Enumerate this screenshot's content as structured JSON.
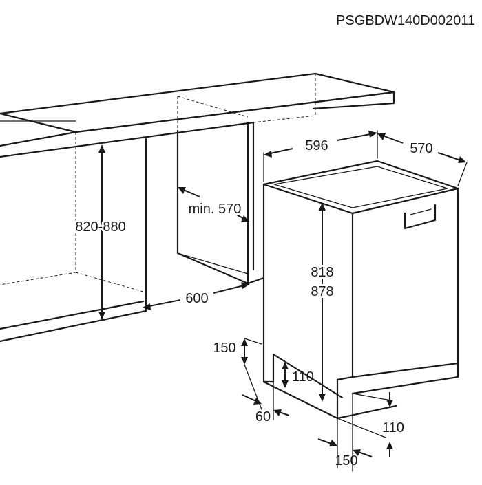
{
  "diagram": {
    "code": "PSGBDW140D002011",
    "labels": {
      "cabinet_height": "820-880",
      "min_depth": "min. 570",
      "cabinet_depth": "600",
      "width": "596",
      "depth": "570",
      "height_low": "818",
      "height_high": "878",
      "door_gap": "150",
      "plinth_height": "110",
      "offset_60": "60",
      "plinth_right": "110",
      "foot_150": "150"
    }
  }
}
